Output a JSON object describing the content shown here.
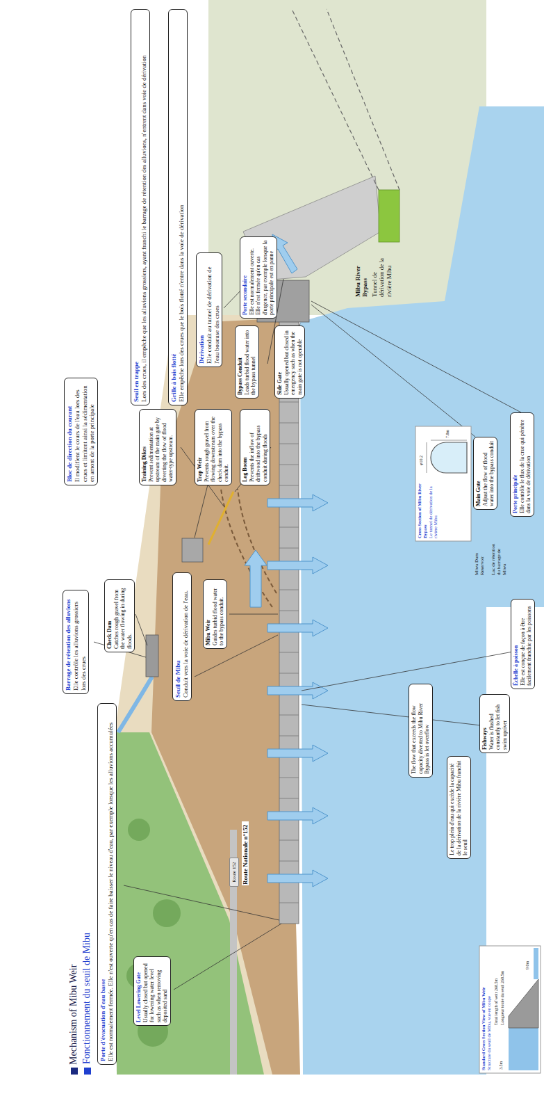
{
  "diagram": {
    "title": "Mechanism of Mibu Weir",
    "nodes": [
      {
        "text": [
          "Porte d'évacuation d'eau basse",
          "Elle est normalement fermée. Elle n'est ouverte qu'en cas de faire baisser le niveau d'eau, par exemple lorsque les alluvions accumulées"
        ]
      },
      {
        "text": [
          "Barrage de rétention des alluvions",
          "Elle contrôle les alluvions grossiers lors des crues"
        ]
      },
      {
        "text": [
          "Check Dam",
          "Catches rough gravel from the water flowing in during floods."
        ]
      },
      {
        "text": [
          "Level Lowering Gate",
          "Usually closed but opened for lowering water level such as when removing deposited sand"
        ]
      },
      {
        "text": [
          "Seuil de Mibu",
          "Conduit vers la voie de dérivation de l'eau."
        ]
      },
      {
        "text": [
          "Mibu Weir",
          "Guides turbid flood water to the bypass conduit."
        ]
      },
      {
        "text": [
          "Training Dikes",
          "Prevent sedimentation at upstream of the main gate by diverting the flow of flood water-type upstream."
        ]
      },
      {
        "text": [
          "Bloc de direction du courant",
          "Il modifient le cours de l'eau lors des crues et limitent ainsi la sédimentation en amont de la porte principale"
        ]
      },
      {
        "text": [
          "Trap Weir",
          "Prevents rough gravel from flowing downstream over the check dam into the bypass conduit."
        ]
      },
      {
        "text": [
          "Seuil en trappe",
          "Lors des crues, il empêche que les alluvions grossiers, ayant franchi le barrage de rétention des alluvions, n'entrent dans voie de dérivation"
        ]
      },
      {
        "text": [
          "Log Boom",
          "Prevents the inflow of driftwood into the bypass conduit during floods"
        ]
      },
      {
        "text": [
          "Grille à bois flotté",
          "Elle empêche lors des crues que le bois flotté n'entre dans la voie de dérivation"
        ]
      },
      {
        "text": [
          "Bypass Conduit",
          "Leads turbid flood water into the bypass tunnel"
        ]
      },
      {
        "text": [
          "Dérivation",
          "Elle conduit au tunnel de dérivation de l'eau boueuse des crues"
        ]
      },
      {
        "text": [
          "Side Gate",
          "Usually opened but closed in emergency such as when the main gate is not operable"
        ]
      },
      {
        "text": [
          "Porte secondaire",
          "Elle est normalement ouverte. Elle n'est fermée qu'en cas d'urgence, par exemple lorsque la porte principale est en panne"
        ]
      },
      {
        "text": [
          "The flow that exceeds the flow capacity diverted to Mibu River Bypass is let overflow"
        ]
      },
      {
        "text": [
          "Le trop plein d'eau qui excède la capacité de la dérivation de la rivière Mibu franchit le seuil"
        ]
      },
      {
        "text": [
          "Fishways",
          "Water is flushed constantly to let fish swim upriver"
        ]
      },
      {
        "text": [
          "Échelle à poisson",
          "Elle est conçue de façon à être facilement franchie par les poissons"
        ]
      },
      {
        "text": [
          "Main Gate",
          "Adjust the flow of flood water into the bypass conduit"
        ]
      },
      {
        "text": [
          "Porte principale",
          "Elle contrôle le flux de la crue qui pénètre dans la voie de dérivation"
        ]
      },
      {
        "text": [
          "Cross Section of Mibu River Bypass",
          "Le tunnel de dérivation de la rivière Mibu"
        ]
      },
      {
        "text": [
          "Standard Cross Section View of Mibu Weir",
          "Structure du seuil de Mibu, vue en coupe"
        ]
      },
      {
        "text": [
          "Route 152"
        ]
      }
    ],
    "labels": [
      "Fonctionnement du seuil de Mibu",
      "Route Nationale n°152",
      "Mibu River Bypass",
      "Tunnel de dérivation de la rivière Mibu",
      "Miwa Dam Reservoir",
      "Lac de rétention du barrage de Miwa",
      "φ10.2",
      "7.8m",
      "Total length of weir 268.5m",
      "Longueur totale du seuil 268.5m",
      "3.5m",
      "9.0m"
    ]
  }
}
